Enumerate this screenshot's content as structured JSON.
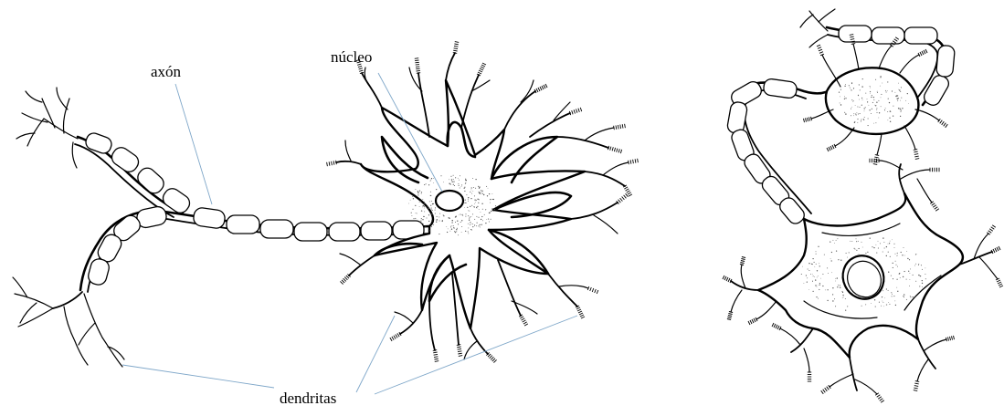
{
  "labels": {
    "axon": "axón",
    "nucleus": "núcleo",
    "dendrites": "dendritas"
  },
  "colors": {
    "ink": "#000000",
    "leader_line": "#7fa7c9",
    "background": "#ffffff"
  }
}
